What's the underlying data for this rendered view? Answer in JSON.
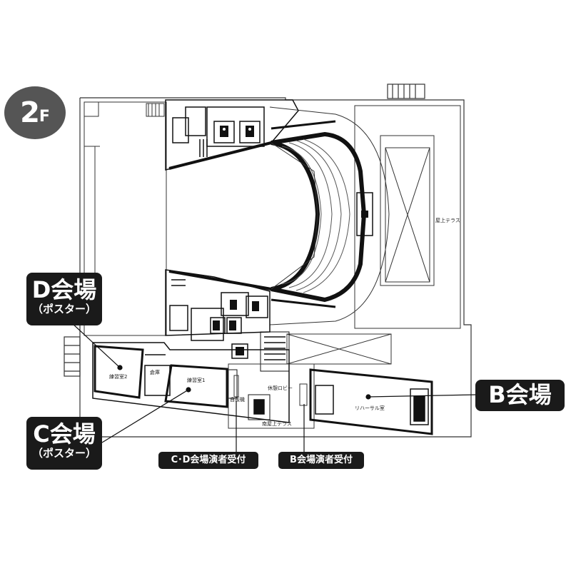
{
  "floor_badge": {
    "number": "2",
    "suffix": "F"
  },
  "callouts": {
    "d_venue": {
      "title": "D会場",
      "note": "（ポスター）"
    },
    "c_venue": {
      "title": "C会場",
      "note": "（ポスター）"
    },
    "b_venue": {
      "title": "B会場"
    }
  },
  "reception_tags": {
    "cd_reception": "C･D会場演者受付",
    "b_reception": "B会場演者受付"
  },
  "room_labels": {
    "practice_room_2": "練習室2",
    "storage": "倉庫",
    "practice_room_1": "練習室1",
    "foyer": "休憩ロビー",
    "vending": "自販機",
    "south_terrace": "南屋上テラス",
    "rehearsal_room": "リハーサル室",
    "rooftop_terrace": "屋上テラス"
  },
  "colors": {
    "callout_bg": "#1a1a1a",
    "badge_bg": "#555555",
    "wall": "#111111",
    "line": "#333333"
  }
}
